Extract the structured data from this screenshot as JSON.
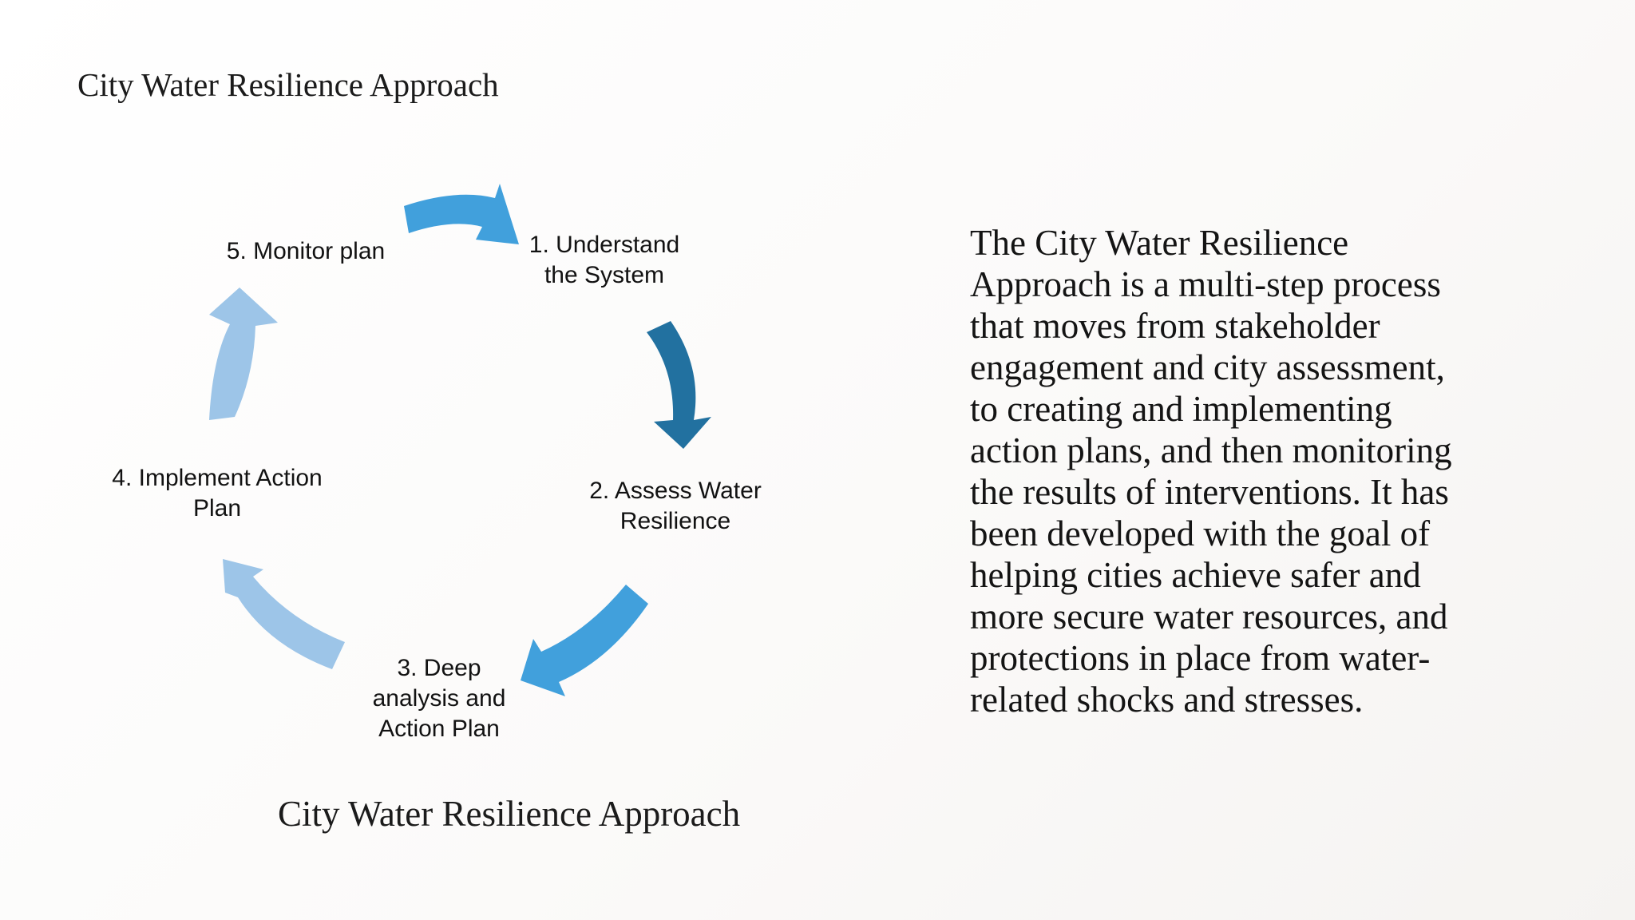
{
  "colors": {
    "medium_blue": "#41a0dc",
    "dark_blue": "#2271a0",
    "light_blue": "#9dc5e8"
  },
  "header": {
    "title": "City Water Resilience Approach"
  },
  "diagram": {
    "type": "cycle",
    "caption": "City Water Resilience Approach",
    "steps": [
      {
        "id": 1,
        "label": "1. Understand\nthe System"
      },
      {
        "id": 2,
        "label": "2. Assess Water\nResilience"
      },
      {
        "id": 3,
        "label": "3. Deep\nanalysis and\nAction Plan"
      },
      {
        "id": 4,
        "label": "4. Implement Action\nPlan"
      },
      {
        "id": 5,
        "label": "5. Monitor plan"
      }
    ],
    "arrows": [
      {
        "from": 5,
        "to": 1,
        "color": "#41a0dc"
      },
      {
        "from": 1,
        "to": 2,
        "color": "#2271a0"
      },
      {
        "from": 2,
        "to": 3,
        "color": "#41a0dc"
      },
      {
        "from": 3,
        "to": 4,
        "color": "#9dc5e8"
      },
      {
        "from": 4,
        "to": 5,
        "color": "#9dc5e8"
      }
    ]
  },
  "description": {
    "text": "The City Water Resilience\nApproach is a multi-step process\nthat moves from stakeholder\nengagement and city assessment,\nto creating and implementing\naction plans, and then monitoring\nthe results of interventions. It has\nbeen developed with the goal of\nhelping cities achieve safer and\nmore secure water resources, and\nprotections in place from water-\nrelated shocks and stresses."
  }
}
